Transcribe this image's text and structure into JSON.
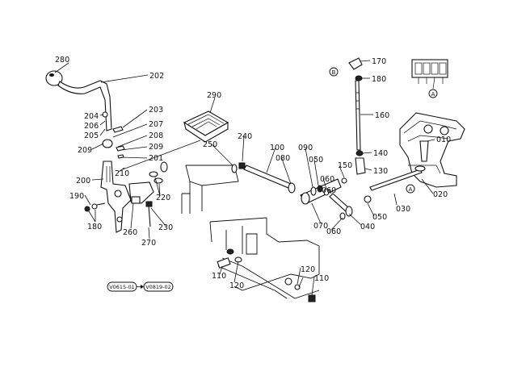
{
  "part_numbers": [
    "280",
    "202",
    "204",
    "206",
    "203",
    "205",
    "207",
    "208",
    "209",
    "209",
    "201",
    "210",
    "200",
    "190",
    "180",
    "260",
    "220",
    "230",
    "270",
    "290",
    "250",
    "240",
    "100",
    "080",
    "090",
    "050",
    "060",
    "150",
    "060",
    "070",
    "040",
    "050",
    "060",
    "170",
    "180",
    "160",
    "140",
    "130",
    "010",
    "030",
    "020",
    "110",
    "120",
    "120",
    "110"
  ],
  "serial_range": {
    "from": "V0615-01",
    "to": "V0819-02"
  },
  "markers": {
    "a": "A",
    "b": "B"
  }
}
